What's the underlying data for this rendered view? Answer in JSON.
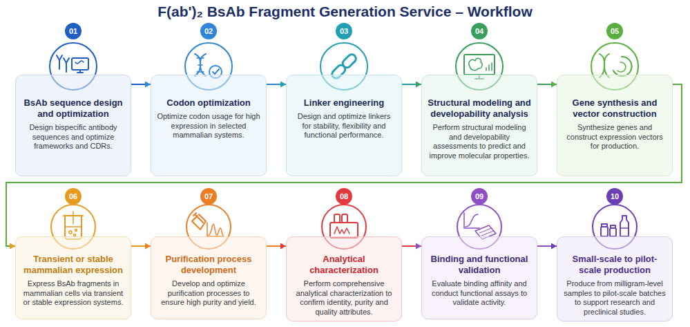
{
  "diagram": {
    "title": "F(ab')₂ BsAb Fragment Generation Service – Workflow",
    "nodes": [
      {
        "text": [
          "BsAb sequence design and optimization",
          "Design bispecific antibody sequences and optimize frameworks and CDRs."
        ]
      },
      {
        "text": [
          "01"
        ],
        "in": 0
      },
      {
        "text": [
          "Codon optimization",
          "Optimize codon usage for high expression in selected mammalian systems."
        ]
      },
      {
        "text": [
          "02"
        ],
        "in": 2
      },
      {
        "text": [
          "Linker engineering",
          "Design and optimize linkers for stability, flexibility and functional performance."
        ]
      },
      {
        "text": [
          "03"
        ],
        "in": 4
      },
      {
        "text": [
          "Structural modeling and developability analysis",
          "Perform structural modeling and developability assessments to predict and improve molecular properties."
        ]
      },
      {
        "text": [
          "04"
        ],
        "in": 6
      },
      {
        "text": [
          "Gene synthesis and vector construction",
          "Synthesize genes and construct expression vectors for production."
        ]
      },
      {
        "text": [
          "05"
        ],
        "in": 8
      },
      {
        "text": [
          "Transient or stable mammalian expression",
          "Express BsAb fragments in mammalian cells via transient or stable expression systems."
        ]
      },
      {
        "text": [
          "06"
        ],
        "in": 10
      },
      {
        "text": [
          "Purification process development",
          "Develop and optimize purification processes to ensure high purity and yield."
        ]
      },
      {
        "text": [
          "07"
        ],
        "in": 12
      },
      {
        "text": [
          "Analytical characterization",
          "Perform comprehensive analytical characterization to confirm identity, purity and quality attributes."
        ]
      },
      {
        "text": [
          "08"
        ],
        "in": 14
      },
      {
        "text": [
          "Binding and functional validation",
          "Evaluate binding affinity and conduct functional assays to validate activity."
        ]
      },
      {
        "text": [
          "09"
        ],
        "in": 16
      },
      {
        "text": [
          "Small-scale to pilot-scale production",
          "Produce from milligram-level samples to pilot-scale batches to support research and preclinical studies."
        ]
      },
      {
        "text": [
          "10"
        ],
        "in": 18
      }
    ],
    "edges": [
      {
        "from": 0,
        "to": 2,
        "arrow": "to"
      },
      {
        "from": 2,
        "to": 4,
        "arrow": "to"
      },
      {
        "from": 4,
        "to": 6,
        "arrow": "to"
      },
      {
        "from": 6,
        "to": 8,
        "arrow": "to"
      },
      {
        "from": 8,
        "to": 10,
        "arrow": "to"
      },
      {
        "from": 10,
        "to": 12,
        "arrow": "to"
      },
      {
        "from": 12,
        "to": 14,
        "arrow": "to"
      },
      {
        "from": 14,
        "to": 16,
        "arrow": "to"
      },
      {
        "from": 16,
        "to": 18,
        "arrow": "to"
      }
    ]
  }
}
